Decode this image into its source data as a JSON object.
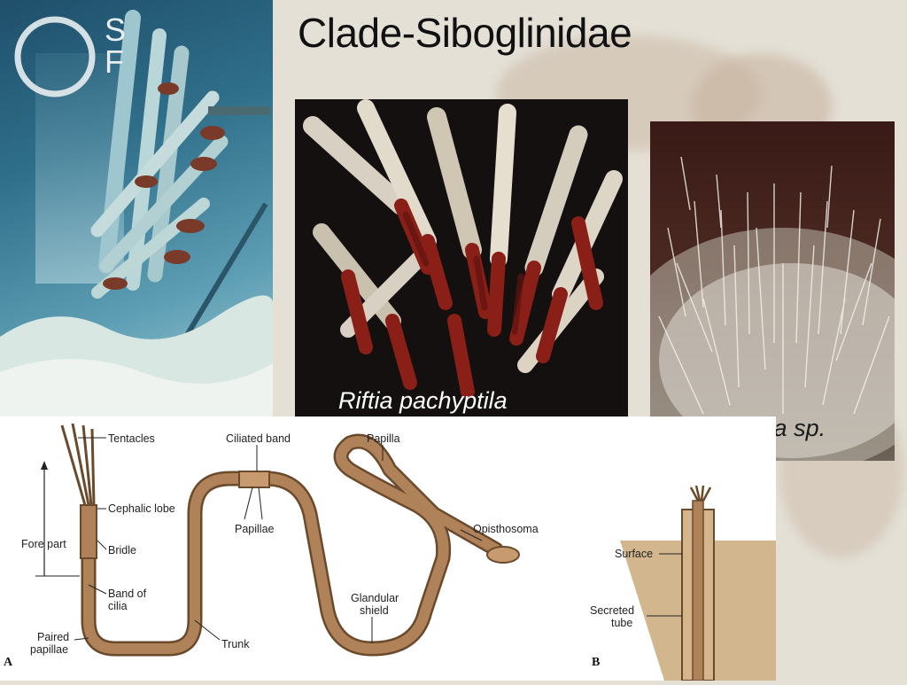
{
  "slide": {
    "title": "Clade-Siboglinidae",
    "logo_text": "S F"
  },
  "photos": {
    "riftia_caption": "Riftia pachyptila",
    "ridgea_caption": "Ridgea sp."
  },
  "diagram": {
    "panel_a": "A",
    "panel_b": "B",
    "labels": {
      "tentacles": "Tentacles",
      "cephalic_lobe": "Cephalic lobe",
      "fore_part": "Fore part",
      "bridle": "Bridle",
      "band_of_cilia_1": "Band of",
      "band_of_cilia_2": "cilia",
      "paired_papillae_1": "Paired",
      "paired_papillae_2": "papillae",
      "ciliated_band": "Ciliated band",
      "papillae": "Papillae",
      "trunk": "Trunk",
      "papilla": "Papilla",
      "opisthosoma": "Opisthosoma",
      "glandular_shield_1": "Glandular",
      "glandular_shield_2": "shield",
      "surface": "Surface",
      "secreted_tube_1": "Secreted",
      "secreted_tube_2": "tube"
    }
  },
  "colors": {
    "background": "#e4e0d6",
    "worm_body": "#b0825a",
    "worm_outline": "#6b4a2c",
    "sediment": "#c9a97a"
  }
}
